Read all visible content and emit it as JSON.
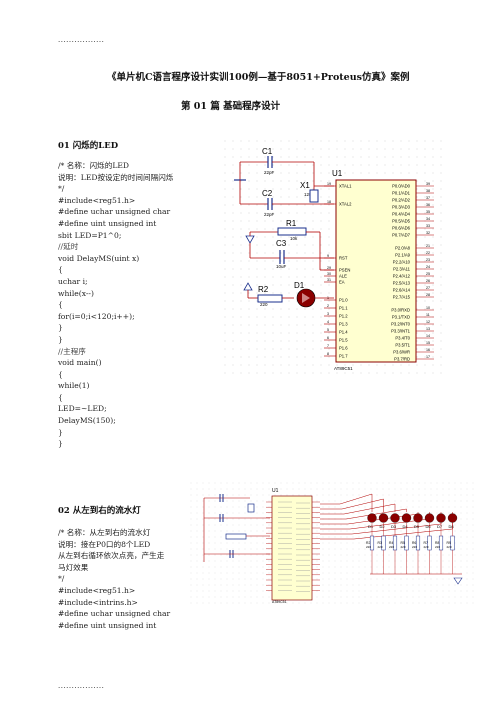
{
  "header": {
    "dots_top": ".................",
    "dots_bottom": "................."
  },
  "doc": {
    "title": "《单片机C语言程序设计实训100例—基于8051+Proteus仿真》案例",
    "chapter": "第  01  篇  基础程序设计"
  },
  "section1": {
    "heading": "01    闪烁的LED",
    "lines": [
      "/*     名称：闪烁的LED",
      "       说明：LED按设定的时间间隔闪烁",
      "*/",
      "#include<reg51.h>",
      "#define uchar unsigned char",
      "#define uint unsigned int",
      "sbit LED=P1^0;",
      "//延时",
      "void DelayMS(uint x)",
      "{",
      "        uchar i;",
      "        while(x--)",
      "        {",
      "                for(i=0;i<120;i++);",
      "        }",
      "}",
      "//主程序",
      "void main()",
      "{",
      "        while(1)",
      "        {",
      "                LED=~LED;",
      "                DelayMS(150);",
      "        }",
      "}"
    ]
  },
  "section2": {
    "heading": "02    从左到右的流水灯",
    "lines": [
      "/*    名称：从左到右的流水灯",
      "       说明：接在P0口的8个LED",
      "从左到右循环依次点亮，产生走",
      "马灯效果",
      "*/",
      "#include<reg51.h>",
      "#include<intrins.h>",
      "#define uchar unsigned char",
      "#define uint unsigned int"
    ]
  },
  "schematic1": {
    "parts": {
      "c1": "C1",
      "c1v": "22pF",
      "c2": "C2",
      "c2v": "22pF",
      "x1": "X1",
      "x1v": "12M",
      "r1": "R1",
      "r1v": "10k",
      "c3": "C3",
      "c3v": "10uF",
      "r2": "R2",
      "r2v": "220",
      "d1": "D1",
      "u1": "U1",
      "u1v": "AT89C51"
    },
    "left_pins": [
      "XTAL1",
      "XTAL2",
      "RST",
      "PSEN",
      "ALE",
      "EA",
      "P1.0",
      "P1.1",
      "P1.2",
      "P1.3",
      "P1.4",
      "P1.5",
      "P1.6",
      "P1.7"
    ],
    "left_nums": [
      "19",
      "18",
      "9",
      "29",
      "30",
      "31",
      "1",
      "2",
      "3",
      "4",
      "5",
      "6",
      "7",
      "8"
    ],
    "right_pins": [
      "P0.0/AD0",
      "P0.1/AD1",
      "P0.2/AD2",
      "P0.3/AD3",
      "P0.4/AD4",
      "P0.5/AD5",
      "P0.6/AD6",
      "P0.7/AD7",
      "P2.0/A8",
      "P2.1/A9",
      "P2.2/A10",
      "P2.3/A11",
      "P2.4/A12",
      "P2.5/A13",
      "P2.6/A14",
      "P2.7/A15",
      "P3.0/RXD",
      "P3.1/TXD",
      "P3.2/INT0",
      "P3.3/INT1",
      "P3.4/T0",
      "P3.5/T1",
      "P3.6/WR",
      "P3.7/RD"
    ],
    "right_nums": [
      "39",
      "38",
      "37",
      "36",
      "35",
      "34",
      "33",
      "32",
      "21",
      "22",
      "23",
      "24",
      "25",
      "26",
      "27",
      "28",
      "10",
      "11",
      "12",
      "13",
      "14",
      "15",
      "16",
      "17"
    ]
  },
  "schematic2": {
    "u1": "U1",
    "u1v": "AT89C51",
    "leds": [
      "D1",
      "D2",
      "D3",
      "D4",
      "D5",
      "D6",
      "D7",
      "D8"
    ],
    "resistors": [
      "R2",
      "R3",
      "R4",
      "R5",
      "R6",
      "R7",
      "R8",
      "R9"
    ],
    "rv": "220"
  },
  "colors": {
    "wire_red": "#b30000",
    "wire_blue": "#1a2f8c",
    "chip": "#ffffd0",
    "grid_dot": "#c8c8c8",
    "led": "#8b0000"
  }
}
